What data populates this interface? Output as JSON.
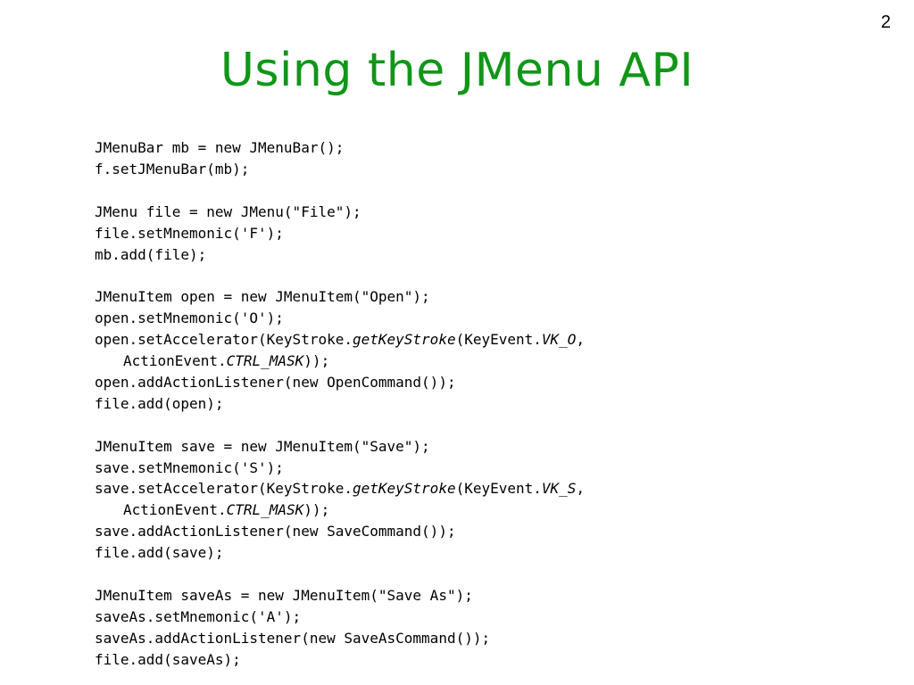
{
  "slide": {
    "page_number": "2",
    "title": "Using the JMenu API",
    "code": {
      "l1": "JMenuBar mb = new JMenuBar();",
      "l2": "f.setJMenuBar(mb);",
      "l3": "JMenu file = new JMenu(\"File\");",
      "l4": "file.setMnemonic('F');",
      "l5": "mb.add(file);",
      "l6": "JMenuItem open = new JMenuItem(\"Open\");",
      "l7": "open.setMnemonic('O');",
      "l8": {
        "a": "open.setAccelerator(KeyStroke.",
        "b": "getKeyStroke",
        "c": "(KeyEvent.",
        "d": "VK_O",
        "e": ","
      },
      "l9": {
        "a": "ActionEvent.",
        "b": "CTRL_MASK",
        "c": "));"
      },
      "l10": "open.addActionListener(new OpenCommand());",
      "l11": "file.add(open);",
      "l12": "JMenuItem save = new JMenuItem(\"Save\");",
      "l13": "save.setMnemonic('S');",
      "l14": {
        "a": "save.setAccelerator(KeyStroke.",
        "b": "getKeyStroke",
        "c": "(KeyEvent.",
        "d": "VK_S",
        "e": ","
      },
      "l15": {
        "a": "ActionEvent.",
        "b": "CTRL_MASK",
        "c": "));"
      },
      "l16": "save.addActionListener(new SaveCommand());",
      "l17": "file.add(save);",
      "l18": "JMenuItem saveAs = new JMenuItem(\"Save As\");",
      "l19": "saveAs.setMnemonic('A');",
      "l20": "saveAs.addActionListener(new SaveAsCommand());",
      "l21": "file.add(saveAs);"
    }
  }
}
